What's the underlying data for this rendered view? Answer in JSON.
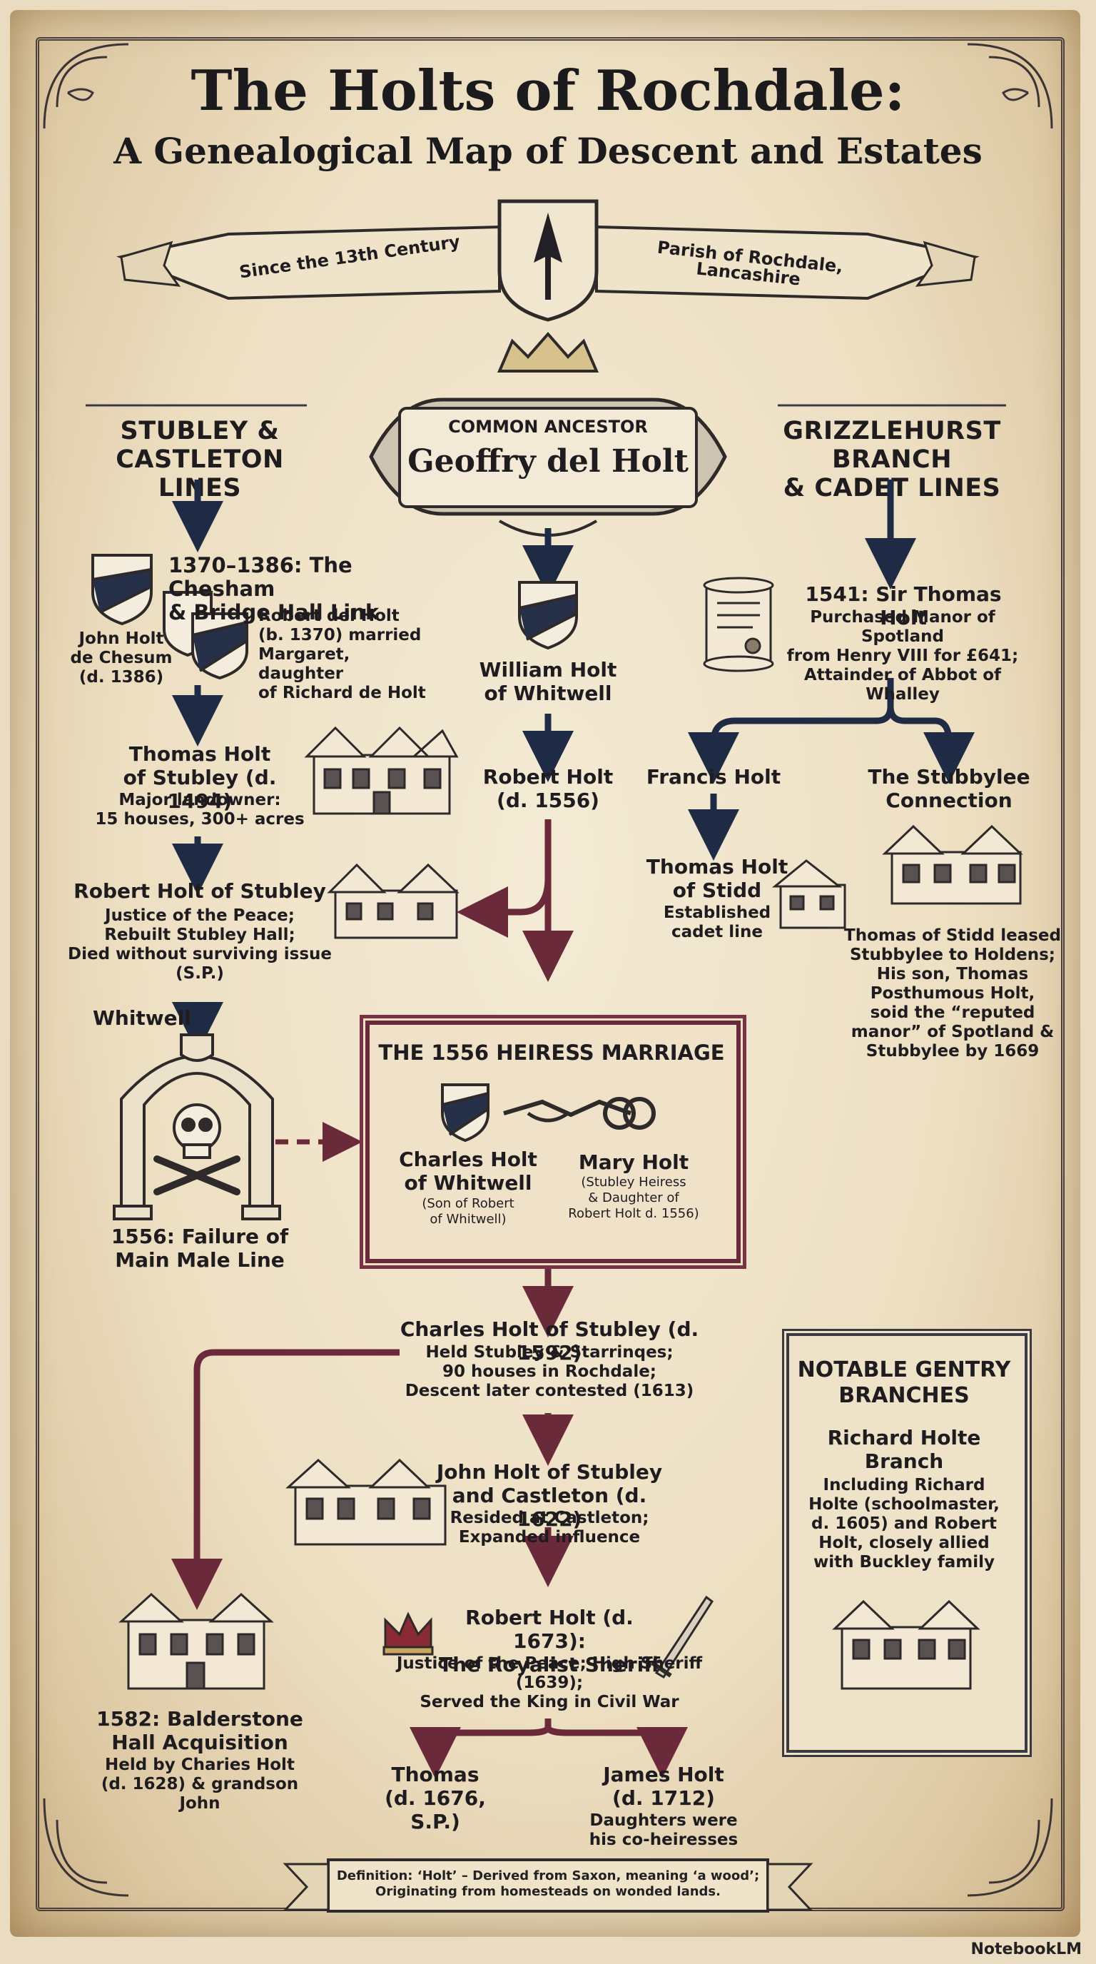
{
  "title": {
    "main": "The Holts of Rochdale:",
    "subtitle": "A Genealogical Map of Descent and Estates"
  },
  "banner": {
    "left": "Since the 13th Century",
    "right": "Parish of Rochdale, Lancashire"
  },
  "headers": {
    "left": "STUBLEY &\nCASTLETON LINES",
    "right": "GRIZZLEHURST BRANCH\n& CADET LINES"
  },
  "ancestor": {
    "label": "COMMON ANCESTOR",
    "name": "Geoffry del Holt"
  },
  "left_column": {
    "chesham_title": "1370–1386: The Chesham\n& Bridge Hall Link",
    "john_holt": "John Holt\nde Chesum\n(d. 1386)",
    "robert_del_holt": "Robert del Holt\n(b. 1370) married\nMargaret, daughter\nof Richard de Holt",
    "thomas_name": "Thomas Holt\nof Stubley (d. 1494)",
    "thomas_desc": "Major landowner:\n15 houses, 300+ acres",
    "robert_stubley_name": "Robert Holt of Stubley",
    "robert_stubley_desc": "Justice of the Peace;\nRebuilt Stubley Hall;\nDied without surviving issue (S.P.)",
    "whitwell_label": "Whitwell",
    "failure": "1556: Failure of\nMain Male Line"
  },
  "center_column": {
    "william": "William Holt\nof Whitwell",
    "robert_1556": "Robert Holt\n(d. 1556)"
  },
  "right_column": {
    "sir_thomas_title": "1541: Sir Thomas Holt",
    "sir_thomas_desc": "Purchased Manor of Spotland\nfrom Henry VIII for £641;\nAttainder of Abbot of Whalley",
    "francis": "Francis Holt",
    "thomas_stidd_name": "Thomas Holt\nof Stidd",
    "thomas_stidd_desc": "Established\ncadet line",
    "stubbylee_title": "The Stubbylee\nConnection",
    "stubbylee_desc": "Thomas of Stidd leased\nStubbylee to Holdens;\nHis son, Thomas\nPosthumous Holt,\nsoid the “reputed\nmanor” of Spotland &\nStubbylee by 1669"
  },
  "marriage": {
    "title": "THE 1556 HEIRESS MARRIAGE",
    "groom_name": "Charles Holt\nof Whitwell",
    "groom_desc": "(Son of Robert\nof Whitwell)",
    "bride_name": "Mary Holt",
    "bride_desc": "(Stubley Heiress\n& Daughter of\nRobert Holt d. 1556)"
  },
  "lower": {
    "charles_name": "Charles Holt of Stubley (d. 1592)",
    "charles_desc": "Held Stubley & Starrinqes;\n90 houses in Rochdale;\nDescent later contested (1613)",
    "john_name": "John Holt of Stubley\nand Castleton (d. 1622)",
    "john_desc": "Resided at Castleton;\nExpanded influence",
    "robert_sheriff_name": "Robert Holt (d. 1673):\nThe Royalist Sheriff",
    "robert_sheriff_desc": "Justice of the Peace; High Sheriff (1639);\nServed the King in Civil War",
    "thomas_child": "Thomas\n(d. 1676, S.P.)",
    "james_name": "James Holt\n(d. 1712)",
    "james_desc": "Daughters were\nhis co-heiresses",
    "balderstone_name": "1582: Balderstone\nHall Acquisition",
    "balderstone_desc": "Held by Charies Holt\n(d. 1628) & grandson John"
  },
  "gentry": {
    "title": "NOTABLE GENTRY\nBRANCHES",
    "branch_name": "Richard Holte\nBranch",
    "branch_desc": "Including Richard\nHolte (schoolmaster,\nd. 1605) and Robert\nHolt, closely allied\nwith Buckley family"
  },
  "footer": "Definition: ‘Holt’ – Derived from Saxon, meaning ‘a wood’; Originating from homesteads on wonded lands.",
  "brand": "NotebookLM",
  "colors": {
    "maroon": "#6b2a3a",
    "navy": "#1f2a44",
    "ink": "#1f1c20",
    "parchment": "#f1e6cf"
  }
}
